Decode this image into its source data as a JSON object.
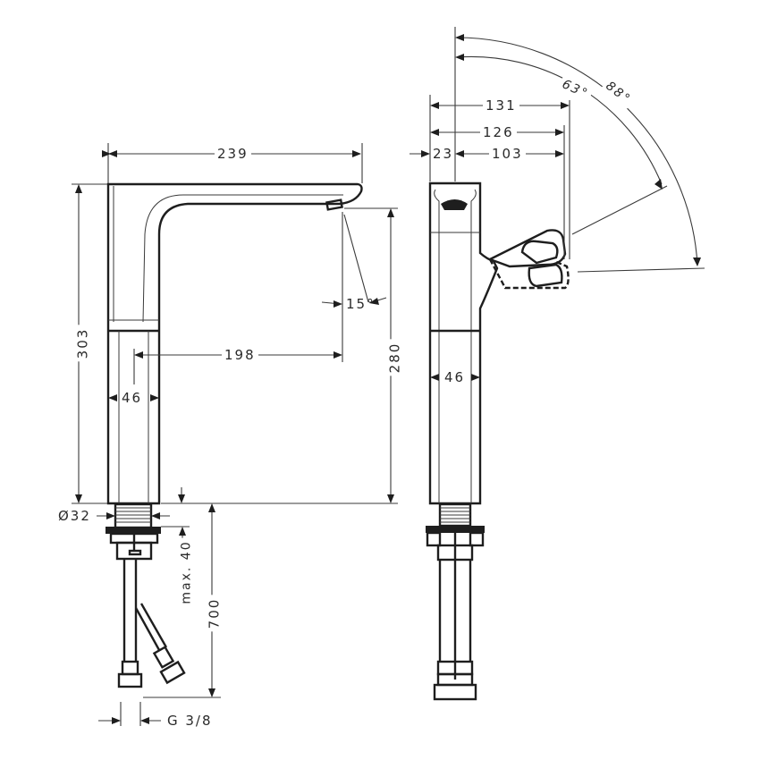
{
  "drawing": {
    "subject": "Single lever basin mixer with swivel spout – technical dimension drawing",
    "side_view": {
      "dimensions": {
        "spout_length": "239",
        "total_height": "303",
        "outlet_height": "280",
        "projection": "198",
        "body_width": "46",
        "spray_angle": "15°",
        "thread_diameter": "Ø32",
        "max_counter_thickness": "max. 40",
        "hose_length": "700",
        "connection_thread": "G 3/8"
      }
    },
    "front_view": {
      "dimensions": {
        "lever_reach_max": "131",
        "lever_reach": "126",
        "body_half": "23",
        "lever_offset": "103",
        "body_width": "46",
        "lever_angle_small": "63°",
        "lever_angle_large": "88°"
      }
    },
    "colors": {
      "line": "#2a2a2a",
      "background": "#ffffff"
    }
  }
}
